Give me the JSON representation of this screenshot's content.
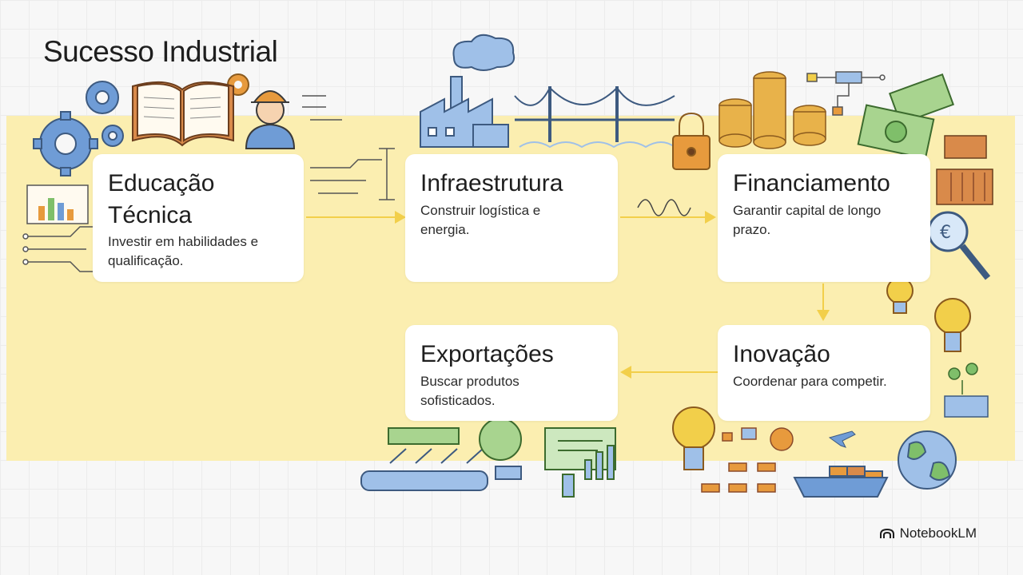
{
  "page": {
    "title": "Sucesso Industrial"
  },
  "steps": [
    {
      "title": "Educação Técnica",
      "title_line1": "Educação",
      "title_line2": "Técnica",
      "desc_line1": "Investir em habilidades e",
      "desc_line2": "qualificação."
    },
    {
      "title": "Infraestrutura",
      "desc_line1": "Construir logística e",
      "desc_line2": "energia."
    },
    {
      "title": "Financiamento",
      "desc_line1": "Garantir capital de longo",
      "desc_line2": "prazo."
    },
    {
      "title": "Inovação",
      "desc_line1": "Coordenar para competir."
    },
    {
      "title": "Exportações",
      "desc_line1": "Buscar produtos",
      "desc_line2": "sofisticados."
    }
  ],
  "flow": [
    "Educação Técnica",
    "Infraestrutura",
    "Financiamento",
    "Inovação",
    "Exportações"
  ],
  "brand": {
    "name": "NotebookLM",
    "icon": "notebooklm-logo-icon"
  },
  "colors": {
    "band": "#fbeeb0",
    "card": "#ffffff",
    "arrow": "#f2cf4a",
    "sketch_blue": "#6f9cd6",
    "sketch_orange": "#e79a3d",
    "sketch_green": "#7fbf6a"
  }
}
